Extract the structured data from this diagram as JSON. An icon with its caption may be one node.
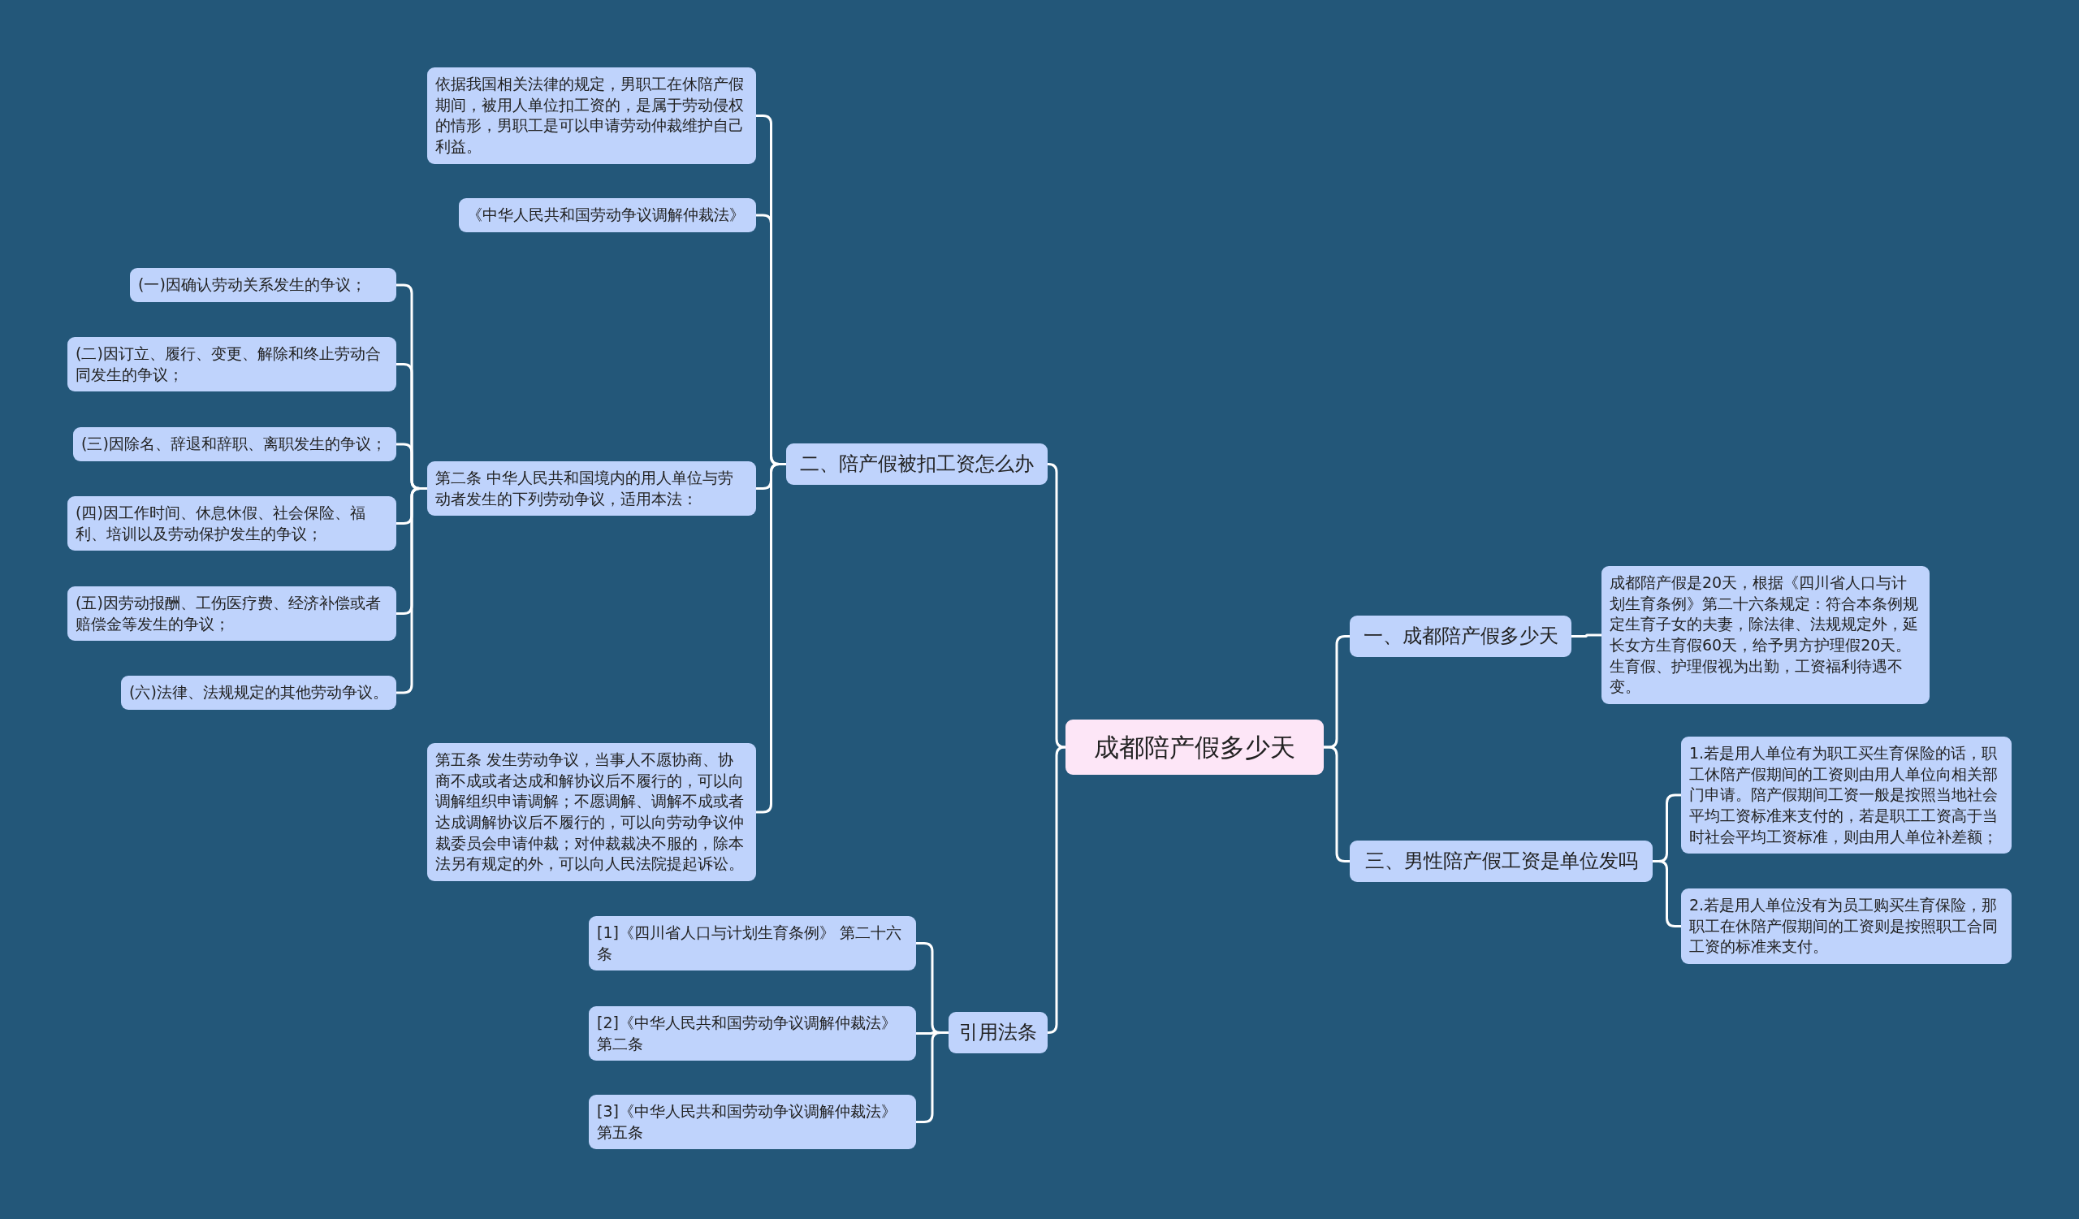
{
  "diagram": {
    "nodes": [
      {
        "text": [
          "成都陪产假多少天"
        ]
      },
      {
        "text": [
          "二、陪产假被扣工资怎么办"
        ]
      },
      {
        "text": [
          "依据我国相关法律的规定，男职工在休陪产假期间，被用人单位扣工资的，是属于劳动侵权的情形，男职工是可以申请劳动仲裁维护自己利益。"
        ]
      },
      {
        "text": [
          "《中华人民共和国劳动争议调解仲裁法》"
        ]
      },
      {
        "text": [
          "第二条 中华人民共和国境内的用人单位与劳动者发生的下列劳动争议，适用本法："
        ]
      },
      {
        "text": [
          "(一)因确认劳动关系发生的争议；"
        ]
      },
      {
        "text": [
          "(二)因订立、履行、变更、解除和终止劳动合同发生的争议；"
        ]
      },
      {
        "text": [
          "(三)因除名、辞退和辞职、离职发生的争议；"
        ]
      },
      {
        "text": [
          "(四)因工作时间、休息休假、社会保险、福利、培训以及劳动保护发生的争议；"
        ]
      },
      {
        "text": [
          "(五)因劳动报酬、工伤医疗费、经济补偿或者赔偿金等发生的争议；"
        ]
      },
      {
        "text": [
          "(六)法律、法规规定的其他劳动争议。"
        ]
      },
      {
        "text": [
          "第五条 发生劳动争议，当事人不愿协商、协商不成或者达成和解协议后不履行的，可以向调解组织申请调解；不愿调解、调解不成或者达成调解协议后不履行的，可以向劳动争议仲裁委员会申请仲裁；对仲裁裁决不服的，除本法另有规定的外，可以向人民法院提起诉讼。"
        ]
      },
      {
        "text": [
          "引用法条"
        ]
      },
      {
        "text": [
          "[1]《四川省人口与计划生育条例》 第二十六条"
        ]
      },
      {
        "text": [
          "[2]《中华人民共和国劳动争议调解仲裁法》第二条"
        ]
      },
      {
        "text": [
          "[3]《中华人民共和国劳动争议调解仲裁法》第五条"
        ]
      },
      {
        "text": [
          "一、成都陪产假多少天"
        ]
      },
      {
        "text": [
          "成都陪产假是20天，根据《四川省人口与计划生育条例》第二十六条规定：符合本条例规定生育子女的夫妻，除法律、法规规定外，延长女方生育假60天，给予男方护理假20天。生育假、护理假视为出勤，工资福利待遇不变。"
        ]
      },
      {
        "text": [
          "三、男性陪产假工资是单位发吗"
        ]
      },
      {
        "text": [
          "1.若是用人单位有为职工买生育保险的话，职工休陪产假期间的工资则由用人单位向相关部门申请。陪产假期间工资一般是按照当地社会平均工资标准来支付的，若是职工工资高于当时社会平均工资标准，则由用人单位补差额；"
        ]
      },
      {
        "text": [
          "2.若是用人单位没有为员工购买生育保险，那职工在休陪产假期间的工资则是按照职工合同工资的标准来支付。"
        ]
      }
    ],
    "edges": [
      {
        "from": 0,
        "to": 1,
        "arrow": "none"
      },
      {
        "from": 1,
        "to": 2,
        "arrow": "none"
      },
      {
        "from": 1,
        "to": 3,
        "arrow": "none"
      },
      {
        "from": 1,
        "to": 4,
        "arrow": "none"
      },
      {
        "from": 4,
        "to": 5,
        "arrow": "none"
      },
      {
        "from": 4,
        "to": 6,
        "arrow": "none"
      },
      {
        "from": 4,
        "to": 7,
        "arrow": "none"
      },
      {
        "from": 4,
        "to": 8,
        "arrow": "none"
      },
      {
        "from": 4,
        "to": 9,
        "arrow": "none"
      },
      {
        "from": 4,
        "to": 10,
        "arrow": "none"
      },
      {
        "from": 1,
        "to": 11,
        "arrow": "none"
      },
      {
        "from": 0,
        "to": 12,
        "arrow": "none"
      },
      {
        "from": 12,
        "to": 13,
        "arrow": "none"
      },
      {
        "from": 12,
        "to": 14,
        "arrow": "none"
      },
      {
        "from": 12,
        "to": 15,
        "arrow": "none"
      },
      {
        "from": 0,
        "to": 16,
        "arrow": "none"
      },
      {
        "from": 16,
        "to": 17,
        "arrow": "none"
      },
      {
        "from": 0,
        "to": 18,
        "arrow": "none"
      },
      {
        "from": 18,
        "to": 19,
        "arrow": "none"
      },
      {
        "from": 18,
        "to": 20,
        "arrow": "none"
      }
    ]
  }
}
